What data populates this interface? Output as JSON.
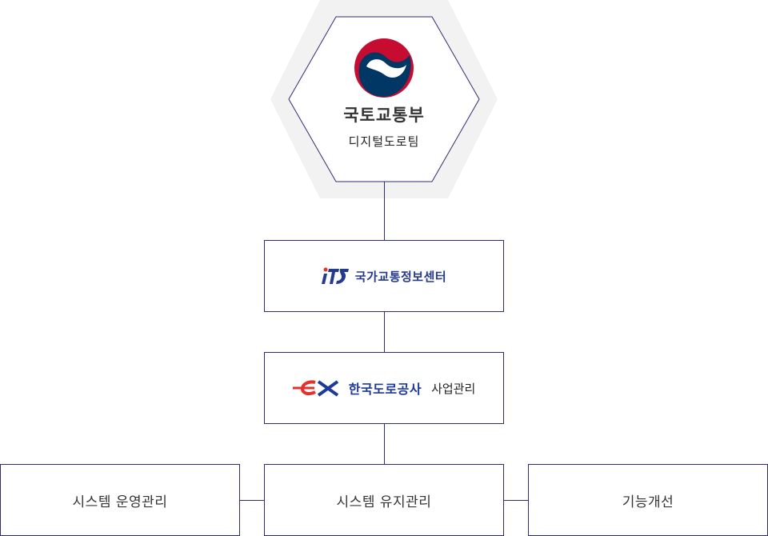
{
  "ministry": {
    "name": "국토교통부",
    "team": "디지털도로팀"
  },
  "its_center": {
    "logo_text": "iTS",
    "name": "국가교통정보센터"
  },
  "expressway": {
    "logo_text": "ex",
    "name": "한국도로공사",
    "role": "사업관리"
  },
  "leaves": [
    {
      "label": "시스템 운영관리"
    },
    {
      "label": "시스템 유지관리"
    },
    {
      "label": "기능개선"
    }
  ],
  "colors": {
    "border": "#2f2d6e",
    "hex_bg": "#f2f2f3",
    "emblem_red": "#c60c30",
    "emblem_blue": "#003764",
    "its_blue": "#243a8c",
    "ex_red": "#e2322b",
    "ex_blue": "#1d3a9a"
  }
}
